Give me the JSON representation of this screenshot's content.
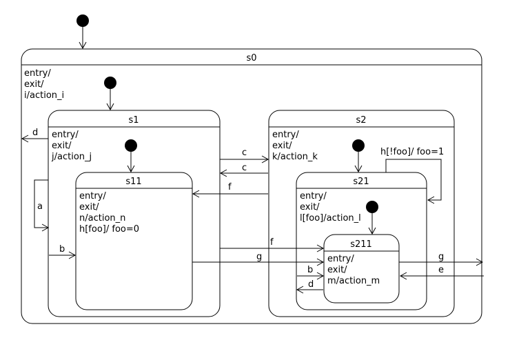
{
  "states": {
    "s0": {
      "name": "s0",
      "actions": [
        "entry/",
        "exit/",
        "i/action_i"
      ]
    },
    "s1": {
      "name": "s1",
      "actions": [
        "entry/",
        "exit/",
        "j/action_j"
      ]
    },
    "s11": {
      "name": "s11",
      "actions": [
        "entry/",
        "exit/",
        "n/action_n",
        "h[foo]/ foo=0"
      ]
    },
    "s2": {
      "name": "s2",
      "actions": [
        "entry/",
        "exit/",
        "k/action_k"
      ]
    },
    "s21": {
      "name": "s21",
      "actions": [
        "entry/",
        "exit/",
        "l[foo]/action_l"
      ]
    },
    "s211": {
      "name": "s211",
      "actions": [
        "entry/",
        "exit/",
        "m/action_m"
      ]
    }
  },
  "transitions": {
    "d_s1_out": "d",
    "a_loop": "a",
    "b_to_s11": "b",
    "c_s1_s2": "c",
    "c_s2_s1": "c",
    "f_s2_s11": "f",
    "h_self_s21": "h[!foo]/ foo=1",
    "f_s1_s211": "f",
    "g_s11_s211": "g",
    "b_to_s211": "b",
    "d_s211_out": "d",
    "g_out": "g",
    "e_in": "e"
  }
}
